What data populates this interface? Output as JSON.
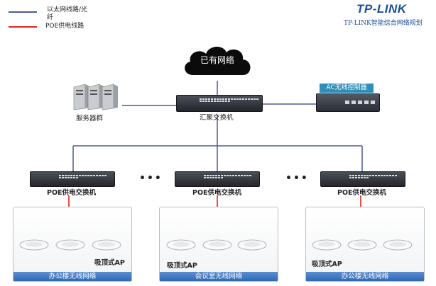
{
  "legend": {
    "ethernet_label": "以太网线路/光纤",
    "poe_label": "POE供电线路"
  },
  "brand": {
    "logo": "TP-LINK",
    "subtitle": "TP-LINK智能综合网络规划"
  },
  "network": {
    "cloud_label": "已有网络",
    "servers_label": "服务器群",
    "core_switch_label": "汇聚交换机",
    "ac_label": "AC无线控制器"
  },
  "branches": [
    {
      "switch_label": "POE供电交换机",
      "ap_label": "吸顶式AP",
      "zone_label": "办公楼无线网络"
    },
    {
      "switch_label": "POE供电交换机",
      "ap_label": "吸顶式AP",
      "zone_label": "会议室无线网络"
    },
    {
      "switch_label": "POE供电交换机",
      "ap_label": "吸顶式AP",
      "zone_label": "办公楼无线网络"
    }
  ],
  "ellipsis": [
    "•••",
    "•••"
  ],
  "colors": {
    "ethernet": "#4b5a9c",
    "poe": "#e02323",
    "brand": "#1d4f9c",
    "zone_bar": "#3b73bf"
  },
  "icons": [
    "cloud-icon",
    "server-icon",
    "switch-icon",
    "controller-icon",
    "access-point-icon"
  ]
}
